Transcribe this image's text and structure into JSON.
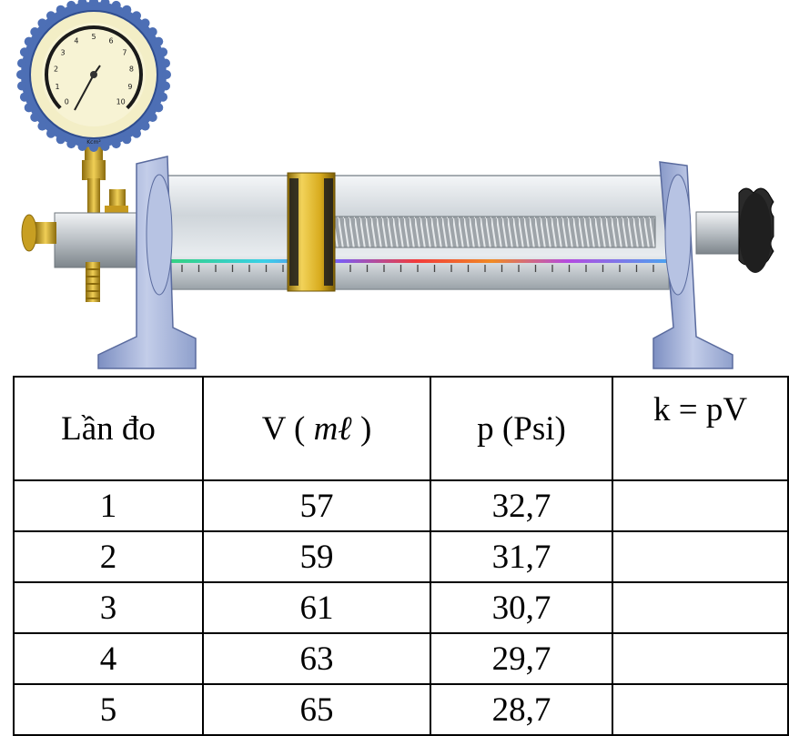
{
  "apparatus": {
    "gauge": {
      "numbers": [
        "0",
        "1",
        "2",
        "3",
        "4",
        "5",
        "6",
        "7",
        "8",
        "9",
        "10"
      ],
      "unit": "Kcm²"
    },
    "colors": {
      "frame": "#a9b7dc",
      "frame_dark": "#6b7fb6",
      "cylinder": "#dde2e6",
      "piston": "#d4a816",
      "knob": "#222222",
      "brass": "#d8ad2f"
    }
  },
  "table": {
    "headers": [
      "Lần đo",
      "V (",
      "mℓ",
      ")",
      "p (Psi)",
      "k = pV"
    ],
    "rows": [
      {
        "n": "1",
        "v": "57",
        "p": "32,7",
        "k": ""
      },
      {
        "n": "2",
        "v": "59",
        "p": "31,7",
        "k": ""
      },
      {
        "n": "3",
        "v": "61",
        "p": "30,7",
        "k": ""
      },
      {
        "n": "4",
        "v": "63",
        "p": "29,7",
        "k": ""
      },
      {
        "n": "5",
        "v": "65",
        "p": "28,7",
        "k": ""
      }
    ]
  }
}
